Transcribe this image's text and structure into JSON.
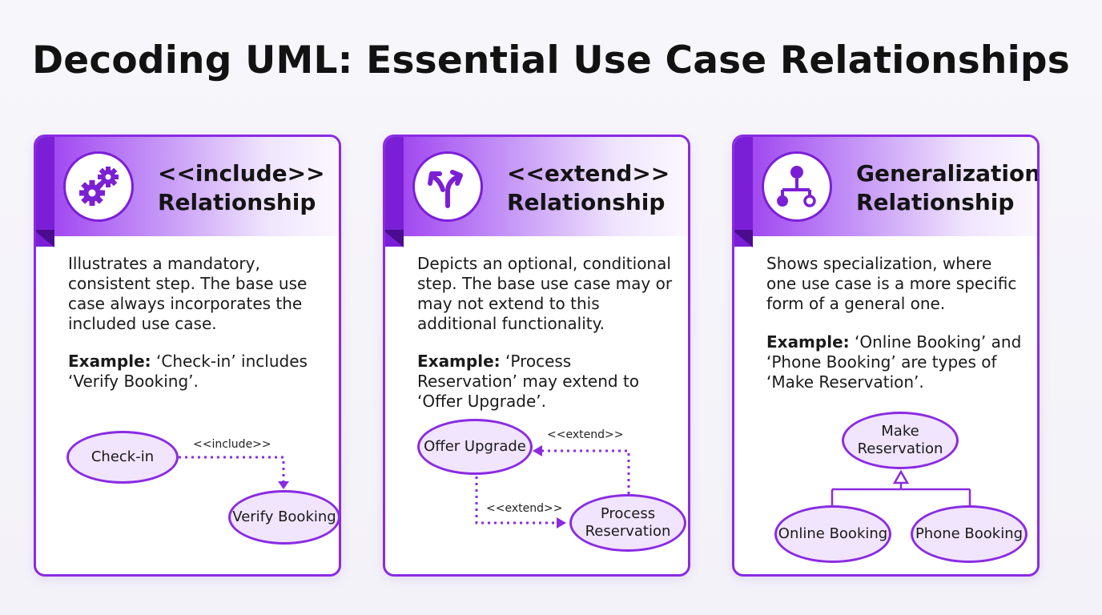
{
  "title": "Decoding UML: Essential Use Case Relationships",
  "colors": {
    "accent": "#8a2be2",
    "accent_dark": "#7b1fd6",
    "node_fill": "#f1e4fd"
  },
  "cards": [
    {
      "icon": "gears-icon",
      "title_line1": "<<include>>",
      "title_line2": "Relationship",
      "description": "Illustrates a mandatory, consistent step. The base use case always incorporates the included use case.",
      "example_label": "Example:",
      "example_text": " ‘Check-in’ includes ‘Verify Booking’.",
      "diagram": {
        "nodes": [
          "Check-in",
          "Verify Booking"
        ],
        "edge_label": "<<include>>"
      }
    },
    {
      "icon": "fork-arrow-icon",
      "title_line1": "<<extend>>",
      "title_line2": "Relationship",
      "description": "Depicts an optional, conditional step. The base use case may or may not extend to this additional functionality.",
      "example_label": "Example:",
      "example_text": " ‘Process Reservation’ may extend to ‘Offer Upgrade’.",
      "diagram": {
        "nodes": [
          "Offer Upgrade",
          "Process Reservation"
        ],
        "edge_label_top": "<<extend>>",
        "edge_label_bottom": "<<extend>>"
      }
    },
    {
      "icon": "hierarchy-icon",
      "title_line1": "Generalization",
      "title_line2": "Relationship",
      "description": "Shows specialization, where one use case is a more specific form of a general one.",
      "example_label": "Example:",
      "example_text": " ‘Online Booking’ and ‘Phone Booking’ are types of ‘Make Reservation’.",
      "diagram": {
        "nodes": [
          "Make Reservation",
          "Online Booking",
          "Phone Booking"
        ]
      }
    }
  ]
}
